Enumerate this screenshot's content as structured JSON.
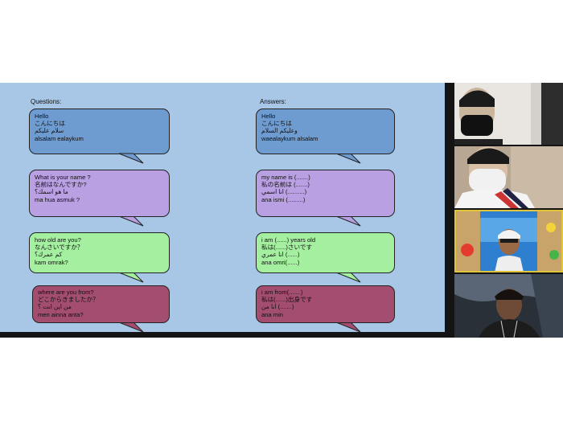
{
  "slide": {
    "questions_header": "Questions:",
    "answers_header": "Answers:",
    "questions": [
      {
        "lines": [
          "Hello",
          "こんにちは",
          "سلام عليكم",
          "alsalam ealaykum"
        ]
      },
      {
        "lines": [
          "What is your name ?",
          "名前はなんですか?",
          "ما هو اسمك؟",
          "ma hua asmuk ?"
        ]
      },
      {
        "lines": [
          "how old are you?",
          "なんさいですか？",
          "كم عمرك؟",
          "kam omrak?"
        ]
      },
      {
        "lines": [
          "where are you from?",
          "どこからきましたか？",
          "من اين انت ؟",
          "men ainna anta?"
        ]
      }
    ],
    "answers": [
      {
        "lines": [
          "Hello",
          "こんにちは",
          "وعليكم السلام",
          "waealaykum alsalam"
        ]
      },
      {
        "lines": [
          "my name is (.......)",
          "私の名前は (.......)",
          "انا اسمي (..........)",
          "ana ismi (.........)"
        ]
      },
      {
        "lines": [
          "i am (......) years old",
          "私は(......)さいです",
          "انا عمري (......)",
          "ana omri(......)"
        ]
      },
      {
        "lines": [
          "i am from(.......)",
          "私は(......)出身です",
          "انا من (.......)",
          "ana min"
        ]
      }
    ]
  },
  "colors": {
    "slide_bg": "#a8c6e6",
    "bubble_blue": "#6e9bd0",
    "bubble_purple": "#b9a0e3",
    "bubble_green": "#a5f0a0",
    "bubble_maroon": "#a34d70",
    "active_speaker": "#e0c53a"
  },
  "participants": [
    {
      "id": "p1",
      "icon": "person-video-icon"
    },
    {
      "id": "p2",
      "icon": "person-video-icon"
    },
    {
      "id": "p3",
      "icon": "person-video-icon"
    },
    {
      "id": "p4",
      "icon": "person-video-icon"
    }
  ]
}
